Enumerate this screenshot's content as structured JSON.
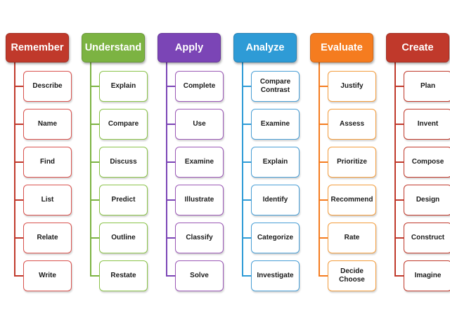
{
  "columns": [
    {
      "title": "Remember",
      "color": "#c0392b",
      "items": [
        "Describe",
        "Name",
        "Find",
        "List",
        "Relate",
        "Write"
      ]
    },
    {
      "title": "Understand",
      "color": "#7cb342",
      "items": [
        "Explain",
        "Compare",
        "Discuss",
        "Predict",
        "Outline",
        "Restate"
      ]
    },
    {
      "title": "Apply",
      "color": "#7b45b6",
      "items": [
        "Complete",
        "Use",
        "Examine",
        "Illustrate",
        "Classify",
        "Solve"
      ]
    },
    {
      "title": "Analyze",
      "color": "#2e9bd6",
      "items": [
        "Compare\nContrast",
        "Examine",
        "Explain",
        "Identify",
        "Categorize",
        "Investigate"
      ]
    },
    {
      "title": "Evaluate",
      "color": "#f57c1f",
      "items": [
        "Justify",
        "Assess",
        "Prioritize",
        "Recommend",
        "Rate",
        "Decide\nChoose"
      ]
    },
    {
      "title": "Create",
      "color": "#c0392b",
      "items": [
        "Plan",
        "Invent",
        "Compose",
        "Design",
        "Construct",
        "Imagine"
      ]
    }
  ],
  "item_border_colors": [
    "#d9534f",
    "#8bc34a",
    "#9b59b6",
    "#4a9fd6",
    "#f39c3c",
    "#c0392b"
  ]
}
